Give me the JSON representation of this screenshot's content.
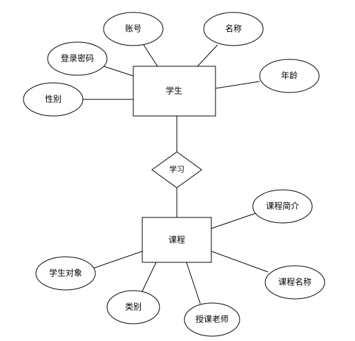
{
  "entities": {
    "student": "学生",
    "course": "课程"
  },
  "relationship": {
    "study": "学习"
  },
  "student_attributes": {
    "account": "账号",
    "name": "名称",
    "login_password": "登录密码",
    "age": "年龄",
    "gender": "性别"
  },
  "course_attributes": {
    "intro": "课程简介",
    "target_students": "学生对象",
    "course_name": "课程名称",
    "category": "类别",
    "teacher": "授课老师"
  },
  "colors": {
    "stroke": "#000000",
    "fill": "#ffffff",
    "background": "#ffffff"
  }
}
